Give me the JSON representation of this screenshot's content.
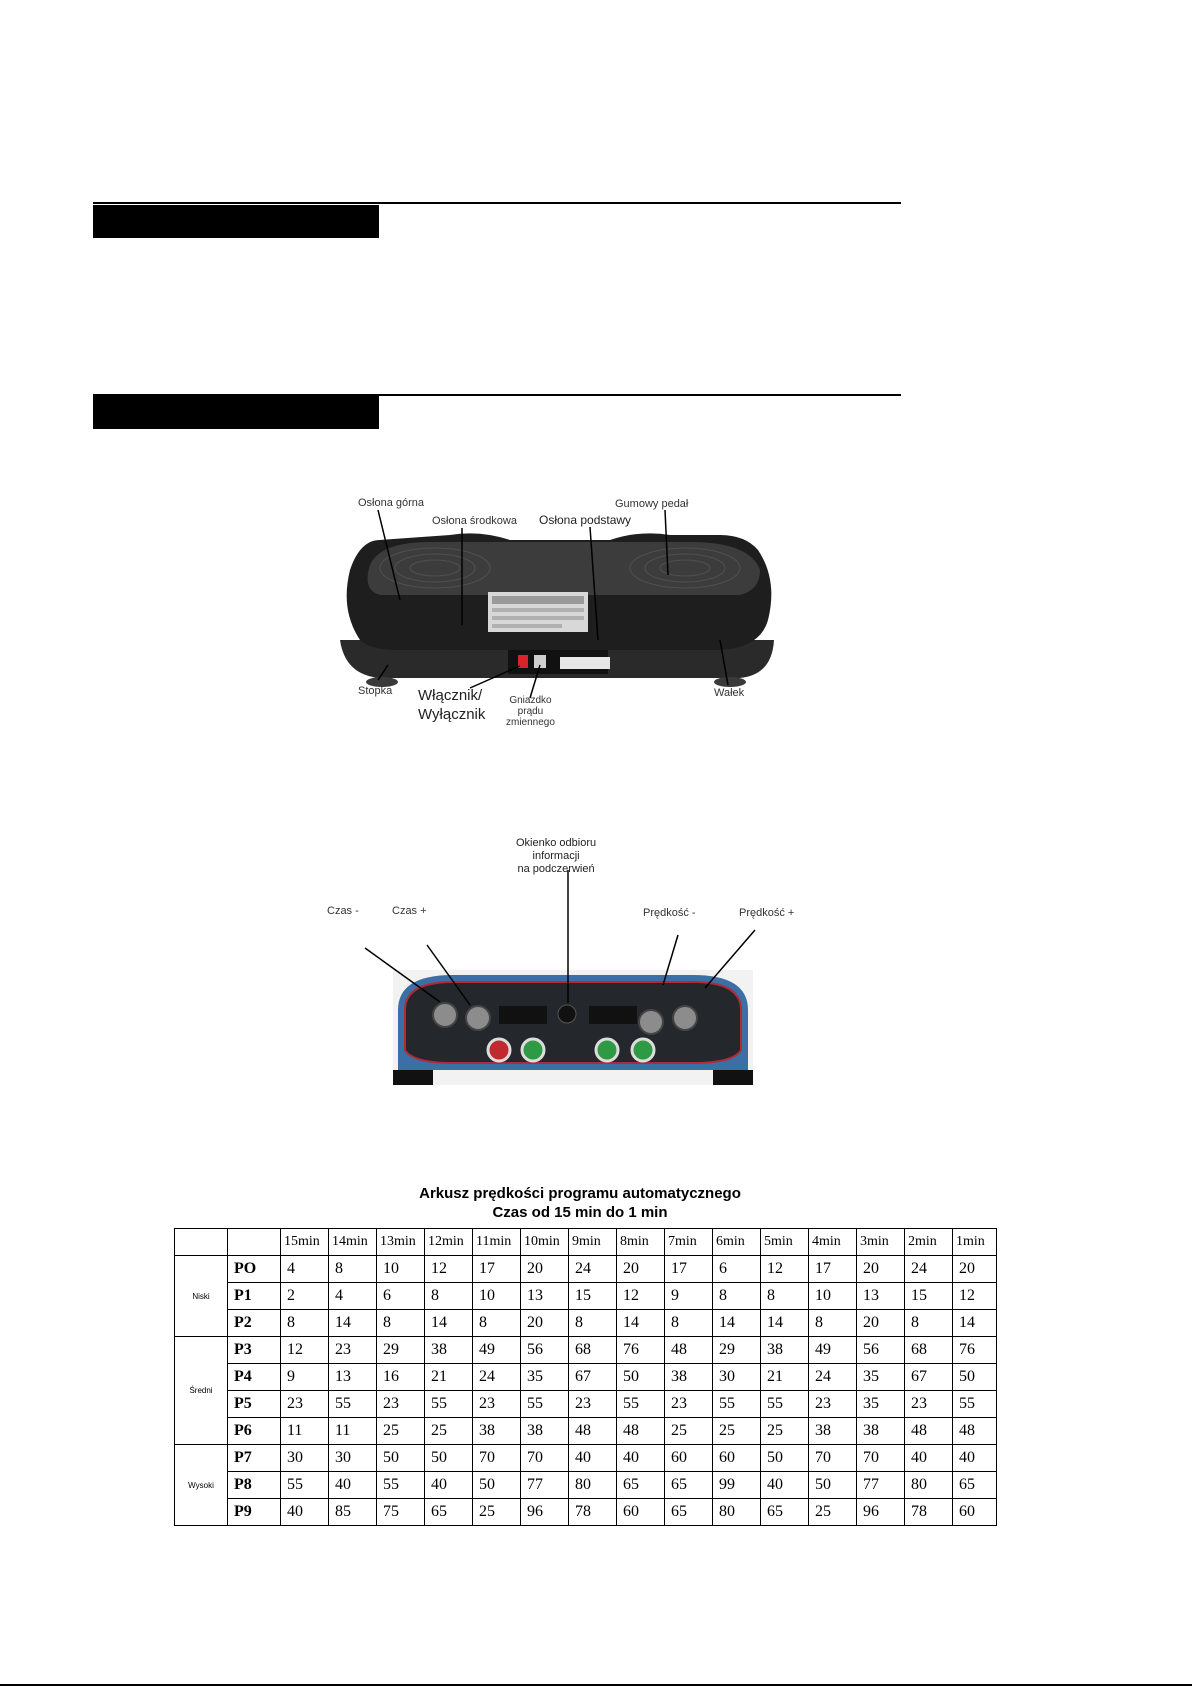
{
  "diagram1": {
    "labels": {
      "oslona_gorna": "Osłona górna",
      "oslona_srodkowa": "Osłona środkowa",
      "oslona_podstawy": "Osłona podstawy",
      "gumowy_pedal": "Gumowy pedał",
      "stopka": "Stopka",
      "wlacznik": "Włącznik/\nWyłącznik",
      "gniazdko": "Gniazdko\nprądu\nzmiennego",
      "walek": "Wałek"
    }
  },
  "diagram2": {
    "labels": {
      "okienko": "Okienko odbioru\ninformacji\nna podczerwień",
      "czas_minus": "Czas -",
      "czas_plus": "Czas +",
      "predkosc_minus": "Prędkość -",
      "predkosc_plus": "Prędkość +"
    }
  },
  "table": {
    "title1": "Arkusz prędkości programu automatycznego",
    "title2": "Czas od 15 min do 1 min",
    "columns": [
      "15min",
      "14min",
      "13min",
      "12min",
      "11min",
      "10min",
      "9min",
      "8min",
      "7min",
      "6min",
      "5min",
      "4min",
      "3min",
      "2min",
      "1min"
    ],
    "groups": [
      {
        "name": "Niski",
        "rows": [
          {
            "prog": "PO",
            "values": [
              "4",
              "8",
              "10",
              "12",
              "17",
              "20",
              "24",
              "20",
              "17",
              "6",
              "12",
              "17",
              "20",
              "24",
              "20"
            ]
          },
          {
            "prog": "P1",
            "values": [
              "2",
              "4",
              "6",
              "8",
              "10",
              "13",
              "15",
              "12",
              "9",
              "8",
              "8",
              "10",
              "13",
              "15",
              "12"
            ]
          },
          {
            "prog": "P2",
            "values": [
              "8",
              "14",
              "8",
              "14",
              "8",
              "20",
              "8",
              "14",
              "8",
              "14",
              "14",
              "8",
              "20",
              "8",
              "14"
            ]
          }
        ]
      },
      {
        "name": "Średni",
        "rows": [
          {
            "prog": "P3",
            "values": [
              "12",
              "23",
              "29",
              "38",
              "49",
              "56",
              "68",
              "76",
              "48",
              "29",
              "38",
              "49",
              "56",
              "68",
              "76"
            ]
          },
          {
            "prog": "P4",
            "values": [
              "9",
              "13",
              "16",
              "21",
              "24",
              "35",
              "67",
              "50",
              "38",
              "30",
              "21",
              "24",
              "35",
              "67",
              "50"
            ]
          },
          {
            "prog": "P5",
            "values": [
              "23",
              "55",
              "23",
              "55",
              "23",
              "55",
              "23",
              "55",
              "23",
              "55",
              "55",
              "23",
              "35",
              "23",
              "55"
            ]
          },
          {
            "prog": "P6",
            "values": [
              "11",
              "11",
              "25",
              "25",
              "38",
              "38",
              "48",
              "48",
              "25",
              "25",
              "25",
              "38",
              "38",
              "48",
              "48"
            ]
          }
        ]
      },
      {
        "name": "Wysoki",
        "rows": [
          {
            "prog": "P7",
            "values": [
              "30",
              "30",
              "50",
              "50",
              "70",
              "70",
              "40",
              "40",
              "60",
              "60",
              "50",
              "70",
              "70",
              "40",
              "40"
            ]
          },
          {
            "prog": "P8",
            "values": [
              "55",
              "40",
              "55",
              "40",
              "50",
              "77",
              "80",
              "65",
              "65",
              "99",
              "40",
              "50",
              "77",
              "80",
              "65"
            ]
          },
          {
            "prog": "P9",
            "values": [
              "40",
              "85",
              "75",
              "65",
              "25",
              "96",
              "78",
              "60",
              "65",
              "80",
              "65",
              "25",
              "96",
              "78",
              "60"
            ]
          }
        ]
      }
    ]
  }
}
